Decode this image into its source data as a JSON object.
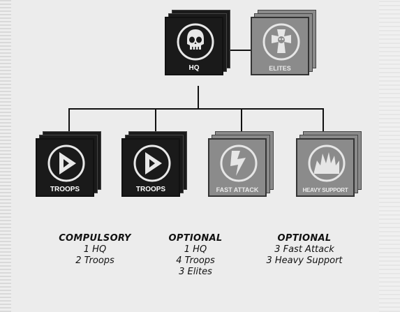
{
  "hq": {
    "label": "HQ",
    "icon": "skull-icon"
  },
  "elites": {
    "label": "ELITES",
    "icon": "cross-skull-icon"
  },
  "troops_1": {
    "label": "TROOPS",
    "icon": "play-triangle-icon"
  },
  "troops_2": {
    "label": "TROOPS",
    "icon": "play-triangle-icon"
  },
  "fast_attack": {
    "label": "FAST ATTACK",
    "icon": "lightning-bolt-icon"
  },
  "heavy_support": {
    "label": "HEAVY SUPPORT",
    "icon": "explosion-icon"
  },
  "requirements": [
    {
      "heading": "COMPULSORY",
      "lines": [
        "1 HQ",
        "2 Troops"
      ]
    },
    {
      "heading": "OPTIONAL",
      "lines": [
        "1 HQ",
        "4 Troops",
        "3 Elites"
      ]
    },
    {
      "heading": "OPTIONAL",
      "lines": [
        "3 Fast Attack",
        "3 Heavy Support"
      ]
    }
  ],
  "colors": {
    "dark_card": "#1a1a1a",
    "light_card": "#8b8b8b",
    "connector": "#111111",
    "background": "#ececec"
  }
}
